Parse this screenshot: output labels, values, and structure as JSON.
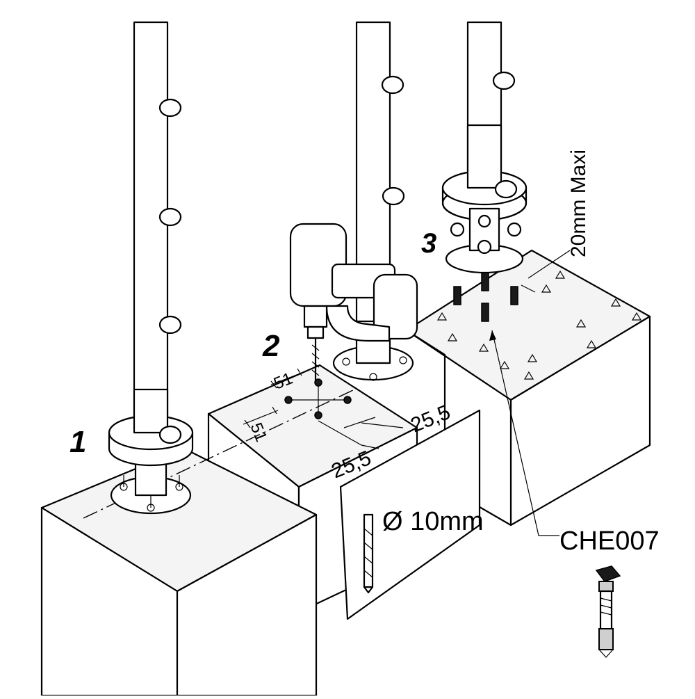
{
  "steps": {
    "step1": "1",
    "step2": "2",
    "step3": "3"
  },
  "dimensions": {
    "d51": "51",
    "d51b": "51",
    "d25_5_right": "25,5",
    "d25_5_left": "25,5",
    "drill_diameter": "Ø 10mm",
    "max_depth": "20mm Maxi"
  },
  "part_reference": "CHE007"
}
